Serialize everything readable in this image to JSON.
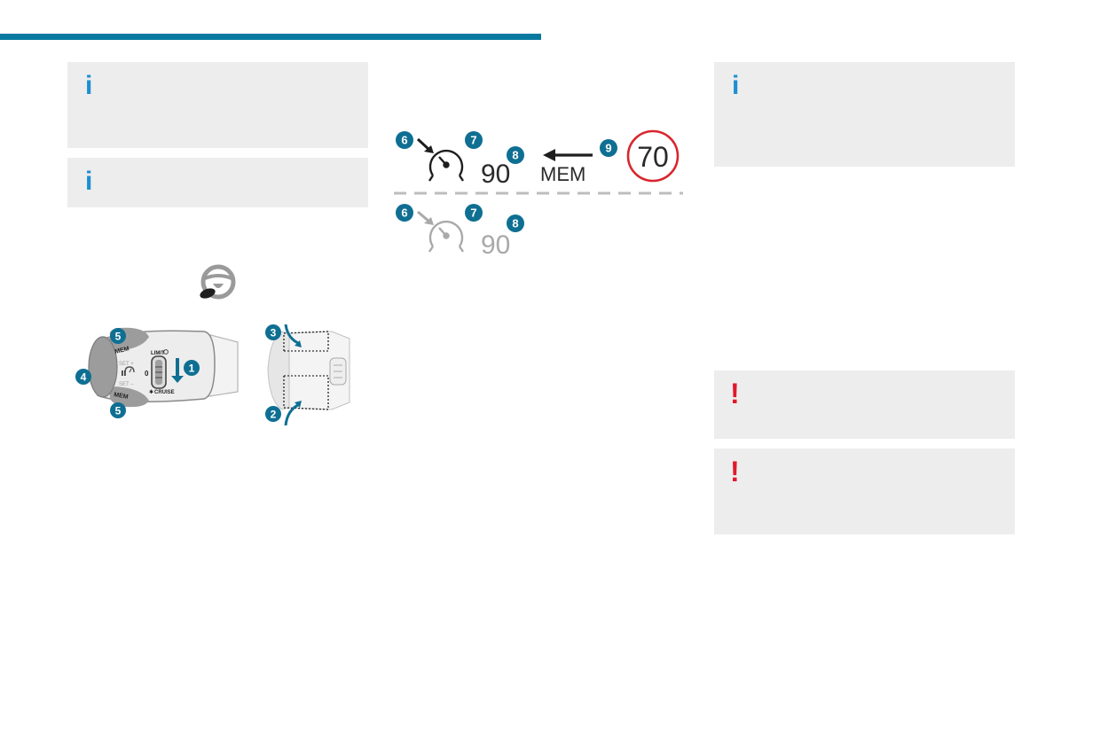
{
  "notes": {
    "info_icon": "info-icon",
    "warning_icon": "warning-icon",
    "info_glyph": "i",
    "warning_glyph": "!"
  },
  "colors": {
    "accent": "#0a79a0",
    "info": "#1b8fd2",
    "warning": "#e1182b",
    "badge": "#0f6f93",
    "speed_limit_ring": "#d8262e",
    "note_background": "#ededed"
  },
  "stalk_figure": {
    "button_labels": [
      "MEM",
      "SET +",
      "SET –",
      "MEM"
    ],
    "selector_labels": [
      "LIMIT",
      "0",
      "CRUISE"
    ],
    "callouts": [
      "1",
      "2",
      "3",
      "4",
      "5",
      "5"
    ]
  },
  "display_figure": {
    "active": {
      "callouts": [
        "6",
        "7",
        "8",
        "9"
      ],
      "speed": "90",
      "mem": "MEM",
      "limit_sign": "70"
    },
    "inactive": {
      "callouts": [
        "6",
        "7",
        "8"
      ],
      "speed": "90"
    }
  }
}
